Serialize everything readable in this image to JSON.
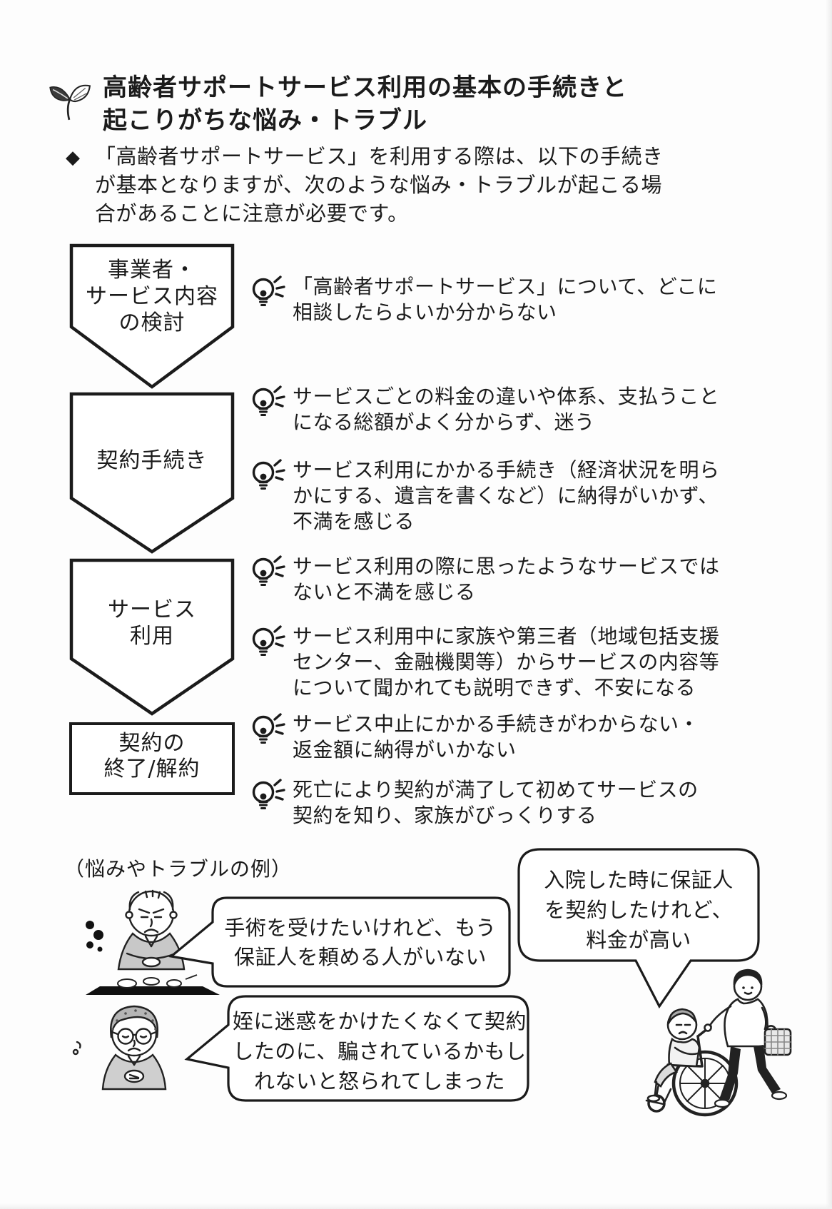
{
  "header": {
    "title_lines": [
      "高齢者サポートサービス利用の基本の手続きと",
      "起こりがちな悩み・トラブル"
    ]
  },
  "intro": {
    "bullet": "◆",
    "lines": [
      "「高齢者サポートサービス」を利用する際は、以下の手続き",
      "が基本となりますが、次のような悩み・トラブルが起こる場",
      "合があることに注意が必要です。"
    ]
  },
  "flow": {
    "steps": [
      {
        "lines": [
          "事業者・",
          "サービス内容",
          "の検討"
        ]
      },
      {
        "lines": [
          "契約手続き"
        ]
      },
      {
        "lines": [
          "サービス",
          "利用"
        ]
      },
      {
        "lines": [
          "契約の",
          "終了/解約"
        ]
      }
    ]
  },
  "troubles": [
    {
      "lines": [
        "「高齢者サポートサービス」について、どこに",
        "相談したらよいか分からない"
      ]
    },
    {
      "lines": [
        "サービスごとの料金の違いや体系、支払うこと",
        "になる総額がよく分からず、迷う"
      ]
    },
    {
      "lines": [
        "サービス利用にかかる手続き（経済状況を明ら",
        "かにする、遺言を書くなど）に納得がいかず、",
        "不満を感じる"
      ]
    },
    {
      "lines": [
        "サービス利用の際に思ったようなサービスでは",
        "ないと不満を感じる"
      ]
    },
    {
      "lines": [
        "サービス利用中に家族や第三者（地域包括支援",
        "センター、金融機関等）からサービスの内容等",
        "について聞かれても説明できず、不安になる"
      ]
    },
    {
      "lines": [
        "サービス中止にかかる手続きがわからない・",
        "返金額に納得がいかない"
      ]
    },
    {
      "lines": [
        "死亡により契約が満了して初めてサービスの",
        "契約を知り、家族がびっくりする"
      ]
    }
  ],
  "examples": {
    "label": "（悩みやトラブルの例）",
    "bubbles": [
      {
        "lines": [
          "手術を受けたいけれど、もう",
          "保証人を頼める人がいない"
        ]
      },
      {
        "lines": [
          "入院した時に保証人",
          "を契約したけれど、",
          "料金が高い"
        ]
      },
      {
        "lines": [
          "姪に迷惑をかけたくなくて契約",
          "したのに、騙されているかもし",
          "れないと怒られてしまった"
        ]
      }
    ]
  },
  "icons": {
    "sprout": "sprout-leaves",
    "bulb": "lightbulb-worry",
    "old_man": "worried-old-man-at-meal",
    "old_woman": "worried-old-woman",
    "wheelchair": "caregiver-pushing-wheelchair"
  },
  "colors": {
    "ink": "#1b1b1b",
    "paper": "#ffffff",
    "gray_fill": "#c8c8c8"
  }
}
